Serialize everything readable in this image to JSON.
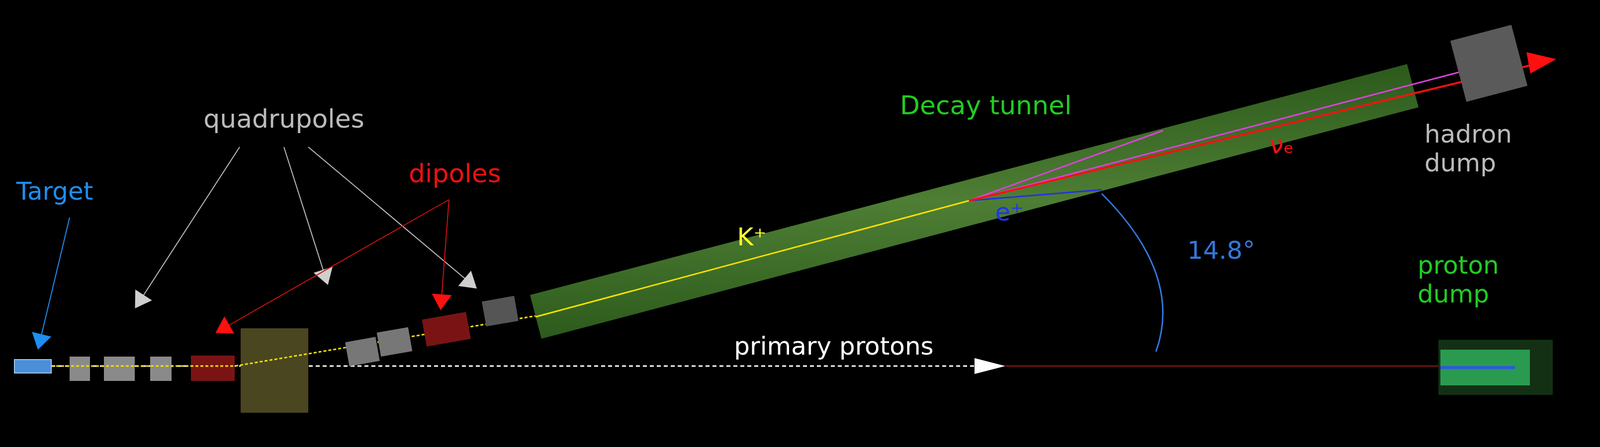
{
  "diagram": {
    "nodes": [
      {
        "text": [
          "Decay tunnel"
        ]
      },
      {
        "text": [
          "hadron dump"
        ]
      },
      {
        "text": [
          "proton dump"
        ]
      }
    ],
    "labels": [
      "Target",
      "quadrupoles",
      "dipoles",
      "K⁺",
      "e⁺",
      "νₑ",
      "14.8°",
      "primary protons"
    ]
  }
}
